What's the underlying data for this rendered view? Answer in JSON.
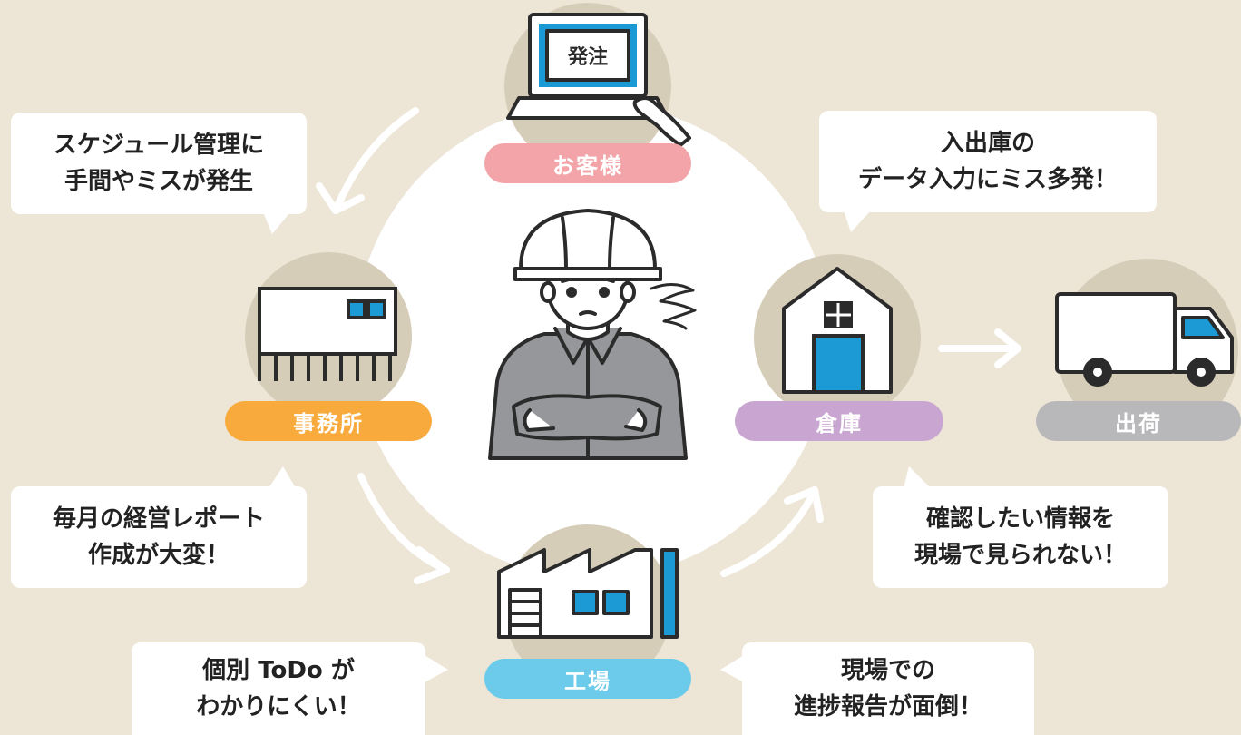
{
  "colors": {
    "background": "#ede6d7",
    "customer": "#f2a4a8",
    "office": "#f8ab3c",
    "warehouse": "#c9a6d1",
    "shipping": "#b8b8ba",
    "factory": "#6ccbea",
    "accent_blue": "#1b9ad6",
    "worker_gray": "#95979a"
  },
  "nodes": {
    "customer": "お客様",
    "office": "事務所",
    "warehouse": "倉庫",
    "shipping": "出荷",
    "factory": "工場"
  },
  "screen_label": "発注",
  "bubbles": {
    "schedule": {
      "line1": "スケジュール管理に",
      "line2": "手間やミスが発生"
    },
    "inventory": {
      "line1": "入出庫の",
      "line2": "データ入力にミス多発！"
    },
    "report": {
      "line1": "毎月の経営レポート",
      "line2": "作成が大変！"
    },
    "info": {
      "line1": "確認したい情報を",
      "line2": "現場で見られない！"
    },
    "todo": {
      "line1": "個別 ToDo が",
      "line2": "わかりにくい！"
    },
    "progress": {
      "line1": "現場での",
      "line2": "進捗報告が面倒！"
    }
  }
}
